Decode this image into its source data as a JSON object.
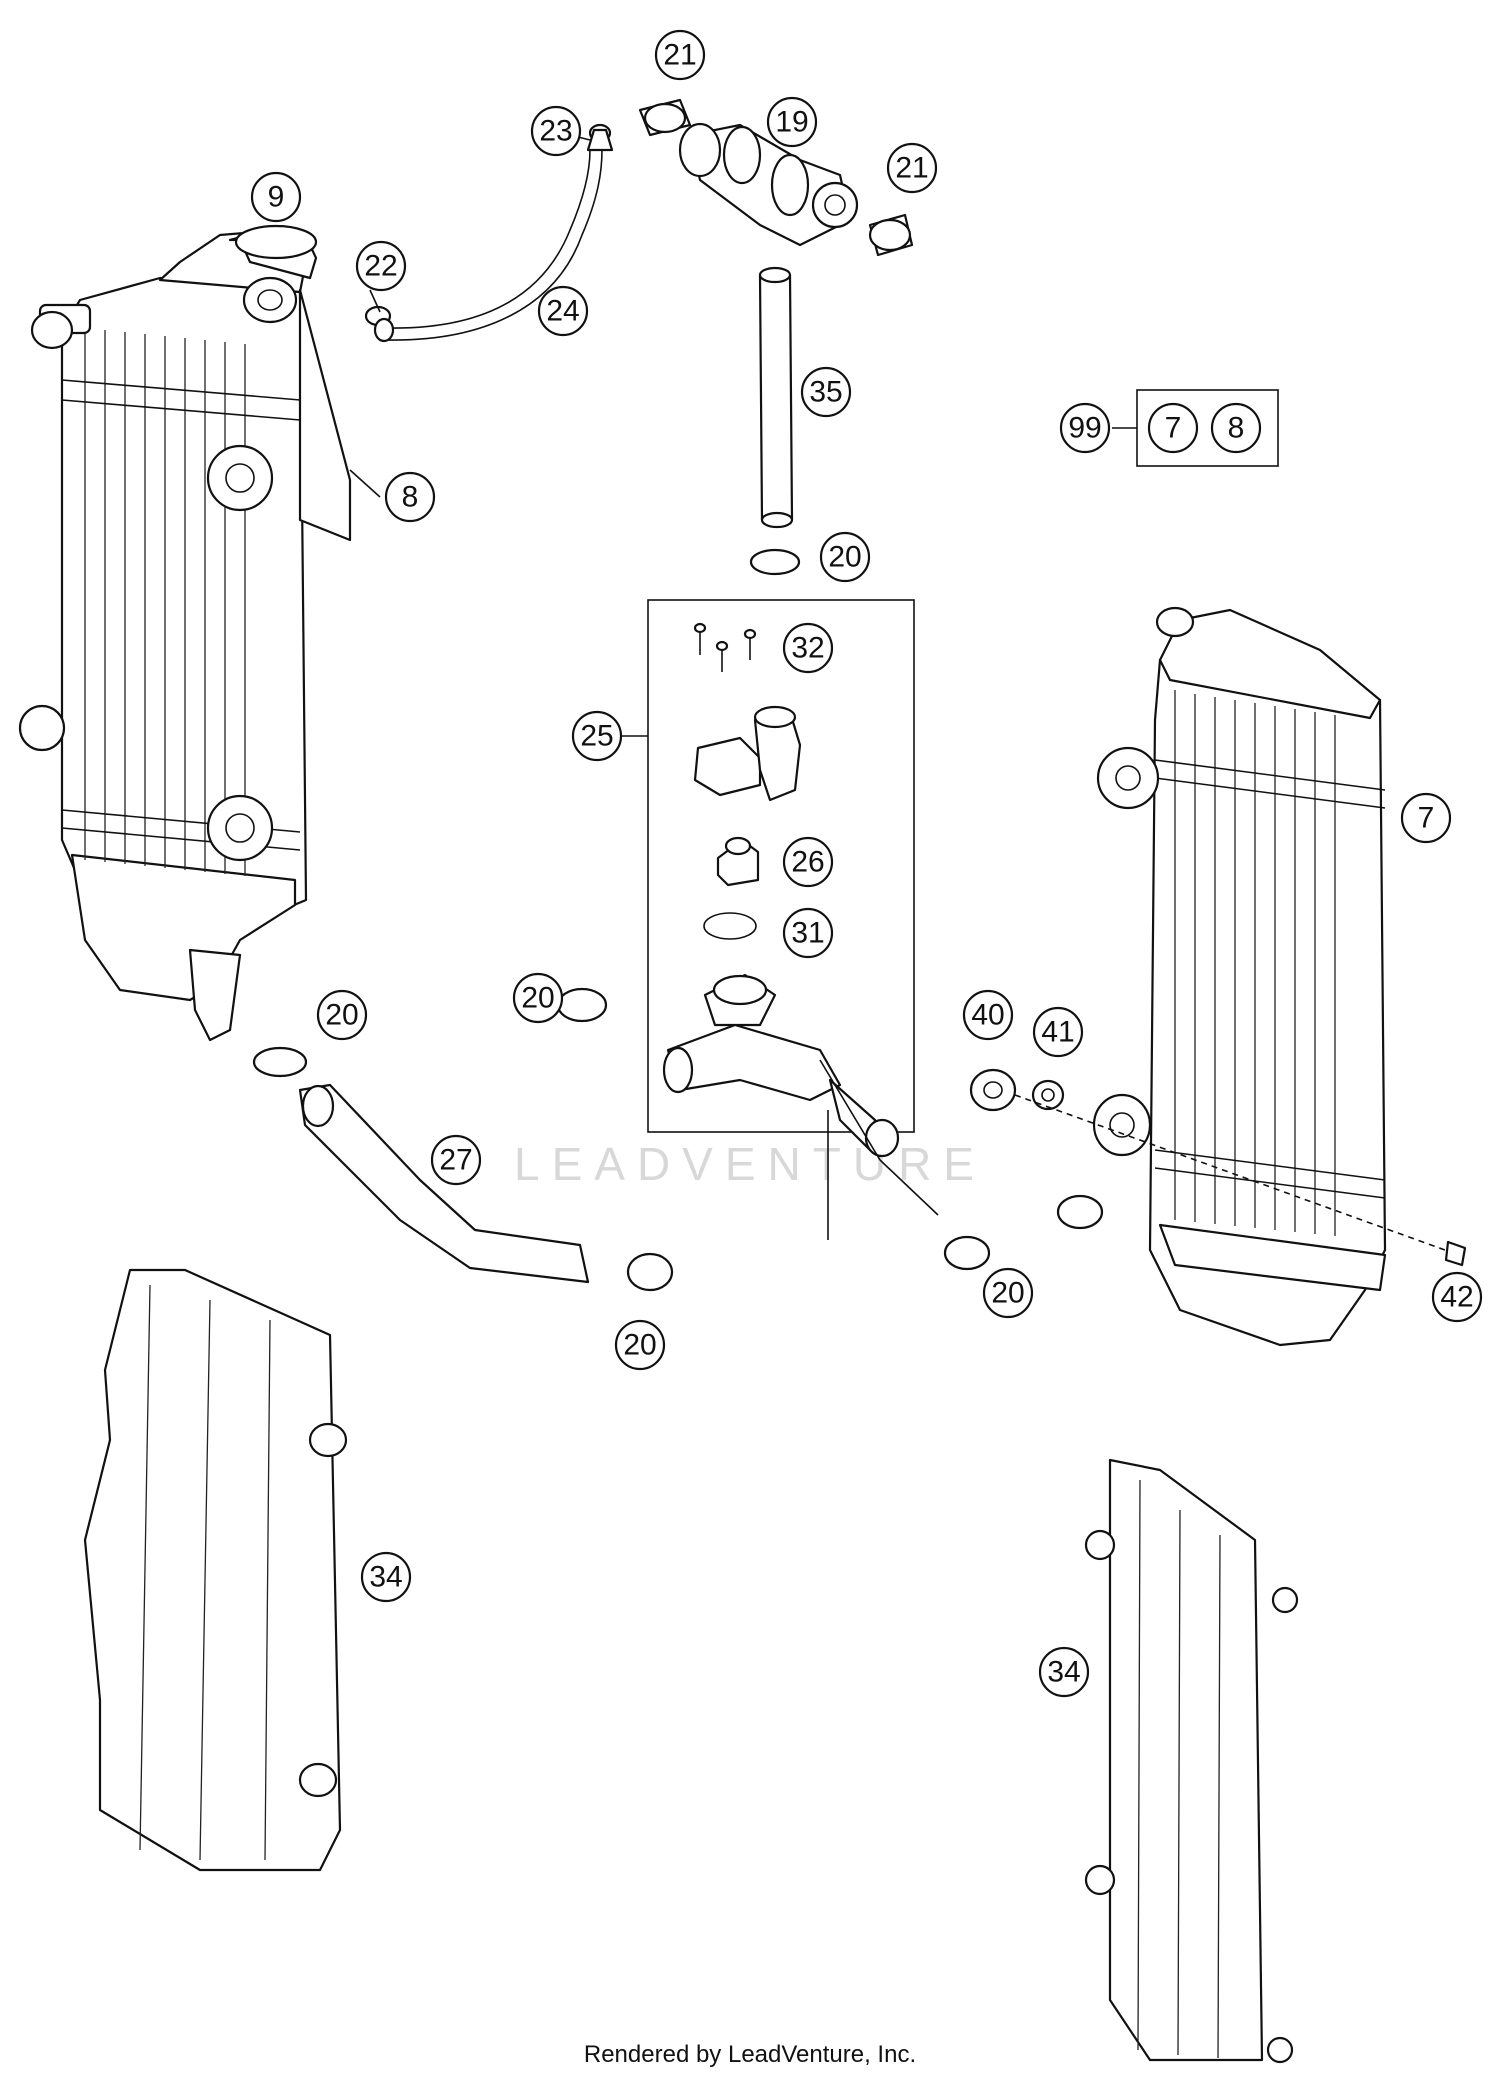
{
  "callouts": {
    "c9": "9",
    "c8": "8",
    "c22": "22",
    "c23": "23",
    "c24": "24",
    "c21a": "21",
    "c19": "19",
    "c21b": "21",
    "c35": "35",
    "c20a": "20",
    "c99": "99",
    "c7k": "7",
    "c8k": "8",
    "c32": "32",
    "c25": "25",
    "c26": "26",
    "c31": "31",
    "c20b": "20",
    "c20c": "20",
    "c27": "27",
    "c20d": "20",
    "c20e": "20",
    "c40": "40",
    "c41": "41",
    "c7": "7",
    "c42": "42",
    "c34a": "34",
    "c34b": "34"
  },
  "watermark": "LEADVENTURE",
  "credit": "Rendered by LeadVenture, Inc.",
  "colors": {
    "line": "#111111",
    "background": "#ffffff",
    "watermark": "#d8d8d8"
  }
}
